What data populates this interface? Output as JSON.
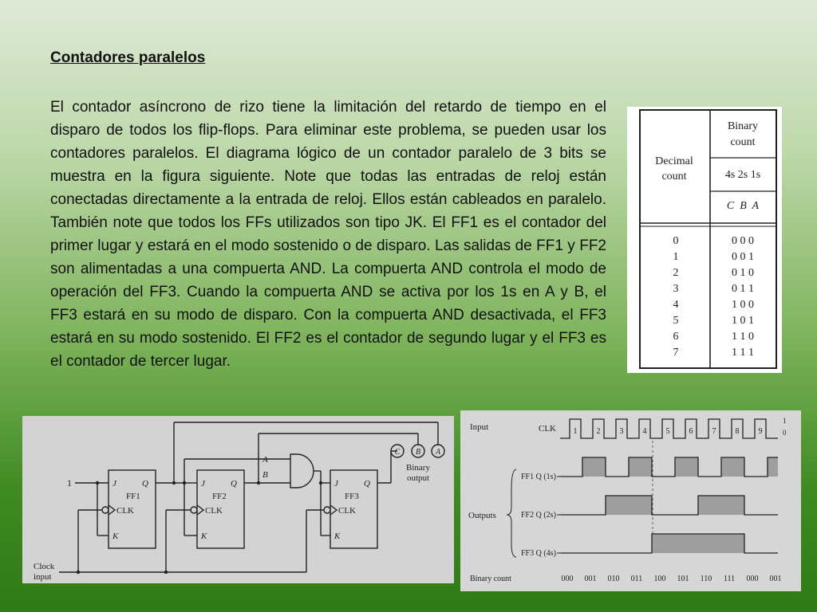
{
  "slide": {
    "title": "Contadores paralelos",
    "body": "El contador asíncrono de rizo tiene la limitación del retardo de tiempo en el disparo de todos los flip-flops.  Para eliminar este problema, se pueden usar los contadores paralelos.  El diagrama lógico de un contador paralelo de 3 bits se muestra en la figura siguiente.  Note que todas las entradas de reloj están conectadas directamente a la entrada de reloj.  Ellos están cableados en paralelo.  También note que todos los FFs utilizados son tipo JK.  El FF1 es el contador del primer lugar y estará en el modo sostenido o de disparo.  Las salidas de FF1 y FF2 son alimentadas a una compuerta AND.  La compuerta AND controla el modo de operación del FF3.  Cuando la compuerta AND se activa por los 1s en A y B, el FF3 estará en su modo de disparo.  Con la compuerta AND desactivada, el FF3 estará en su modo sostenido.  El FF2 es el contador de segundo lugar y el FF3 es el contador de tercer lugar."
  },
  "count_table": {
    "decimal_header": [
      "Decimal",
      "count"
    ],
    "binary_header": [
      "Binary",
      "count"
    ],
    "weights": "4s 2s 1s",
    "columns": "C  B  A",
    "rows": [
      {
        "decimal": "0",
        "binary": "0 0 0"
      },
      {
        "decimal": "1",
        "binary": "0 0 1"
      },
      {
        "decimal": "2",
        "binary": "0 1 0"
      },
      {
        "decimal": "3",
        "binary": "0 1 1"
      },
      {
        "decimal": "4",
        "binary": "1 0 0"
      },
      {
        "decimal": "5",
        "binary": "1 0 1"
      },
      {
        "decimal": "6",
        "binary": "1 1 0"
      },
      {
        "decimal": "7",
        "binary": "1 1 1"
      }
    ]
  },
  "circuit": {
    "input_one": "1",
    "clock_input": [
      "Clock",
      "input"
    ],
    "ff1": {
      "name": "FF1",
      "j": "J",
      "q": "Q",
      "clk": "CLK",
      "k": "K"
    },
    "ff2": {
      "name": "FF2",
      "j": "J",
      "q": "Q",
      "clk": "CLK",
      "k": "K"
    },
    "ff3": {
      "name": "FF3",
      "j": "J",
      "q": "Q",
      "clk": "CLK",
      "k": "K"
    },
    "gate_a": "A",
    "gate_b": "B",
    "outputs": [
      "C",
      "B",
      "A"
    ],
    "binary_output": [
      "Binary",
      "output"
    ]
  },
  "timing": {
    "input_label": "Input",
    "clk_label": "CLK",
    "pulses": [
      "1",
      "2",
      "3",
      "4",
      "5",
      "6",
      "7",
      "8",
      "9"
    ],
    "level_high": "1",
    "level_low": "0",
    "outputs_label": "Outputs",
    "ff1_label": "FF1 Q (1s)",
    "ff2_label": "FF2 Q (2s)",
    "ff3_label": "FF3 Q (4s)",
    "binary_count_label": "Binary count",
    "binary_counts": [
      "000",
      "001",
      "010",
      "011",
      "100",
      "101",
      "110",
      "111",
      "000",
      "001"
    ]
  }
}
